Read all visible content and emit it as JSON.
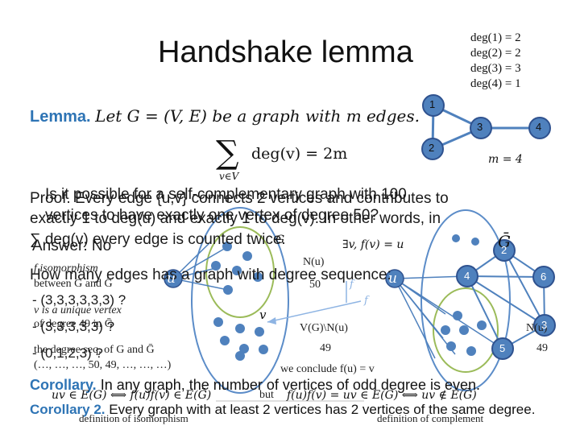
{
  "slide": {
    "title": "Handshake lemma",
    "degrees": [
      "deg(1) = 2",
      "deg(2) = 2",
      "deg(3) = 3",
      "deg(4) = 1"
    ],
    "m_label": "m = 4",
    "lemma_label": "Lemma.",
    "lemma_text": "Let G = (V, E) be a graph with m edges.",
    "formula_lhs": "deg(v) = 2m",
    "formula_sub": "v∈V",
    "formula_sigma": "∑",
    "graph_nodes": [
      "1",
      "2",
      "3",
      "4"
    ],
    "proof_lines": [
      "Proof. Every edge {u,v} connects 2 vertices and contributes to",
      "exactly 1 to deg(u) and exactly 1 to deg(v). In other words, in",
      "∑ deg(v) every edge is counted twice."
    ],
    "overlay_question": [
      "Is it possible for a self-complementary graph with 100",
      "vertices to have exactly one vertex of degree 50?"
    ],
    "answer": "Answer: No",
    "how_many": "How many edges has a graph with degree sequence:",
    "sequences": [
      "- (3,3,3,3,3,3) ?",
      "- (3,3,3,3,3) ?",
      "- (0,1,2,3) ?"
    ],
    "small_notes": [
      "f isomorphism",
      "between G and Ḡ",
      "v is a unique vertex",
      "of degree 49 in Ḡ",
      "the degree seq. of G and Ḡ",
      "(…, …, …, 50, 49, …, …, …)"
    ],
    "exists_text": "∃v, f(v) = u",
    "G_bar": "Ḡ",
    "G_label": "G",
    "N_u": "N(u)",
    "n50": "50",
    "V_minus": "V(G)\\N(u)",
    "n49_left": "49",
    "n49_right": "49",
    "N_u_right": "N(u)",
    "conclude": "we conclude f(u) = v",
    "u_label": "u",
    "v_label": "v",
    "f_label_1": "f",
    "f_label_2": "f",
    "right_nodes": [
      "2",
      "4",
      "6",
      "5",
      "3"
    ],
    "corollary_label": "Corollary.",
    "corollary_text": "In any graph, the number of vertices of odd degree is even.",
    "corollary2_label": "Corollary 2.",
    "corollary2_text": "Every graph with at least 2 vertices has 2 vertices of the same degree.",
    "bottom_formula_left": "uv ∈ E(G) ⟺ f(u)f(v) ∈ E(Ḡ)",
    "bottom_but": "but",
    "bottom_formula_right": "f(u)f(v) = uv ∈ E(G) ⟺ uv ∉ E(Ḡ)",
    "def_iso": "definition of isomorphism",
    "def_comp": "definition of complement"
  },
  "colors": {
    "node_fill": "#4f81bd",
    "node_stroke": "#2f528f",
    "ellipse_blue": "#5b8cc8",
    "ellipse_green": "#9bbb59",
    "accent_blue": "#2e74b5"
  }
}
